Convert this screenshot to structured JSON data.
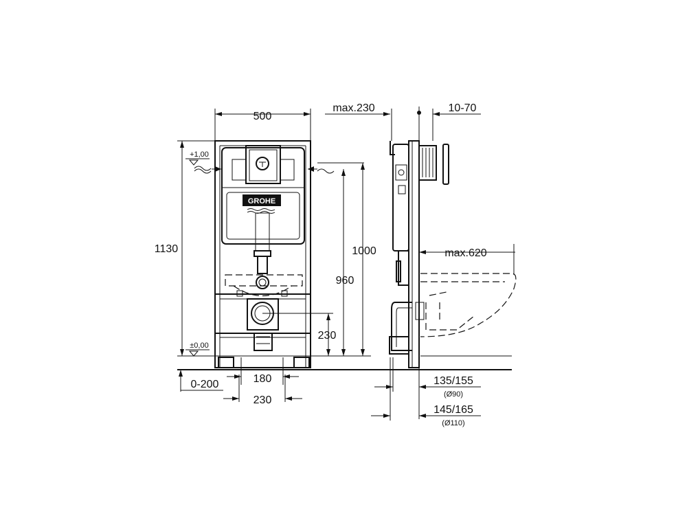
{
  "brand": "GROHE",
  "front_view": {
    "width": "500",
    "total_height": "1130",
    "water_inlet_height": "1000",
    "drain_axis_height": "960",
    "outlet_height": "230",
    "foot_adjust": "0-200",
    "outlet_spacing_inner": "180",
    "outlet_spacing_outer": "230",
    "level_top": "+1,00",
    "level_zero": "±0,00"
  },
  "side_view": {
    "max_depth": "max.230",
    "wall_thickness": "10-70",
    "max_projection": "max.620",
    "pipe_90_offset": "135/155",
    "pipe_90_diameter": "(Ø90)",
    "pipe_110_offset": "145/165",
    "pipe_110_diameter": "(Ø110)"
  },
  "colors": {
    "line": "#111111",
    "background": "#ffffff"
  }
}
